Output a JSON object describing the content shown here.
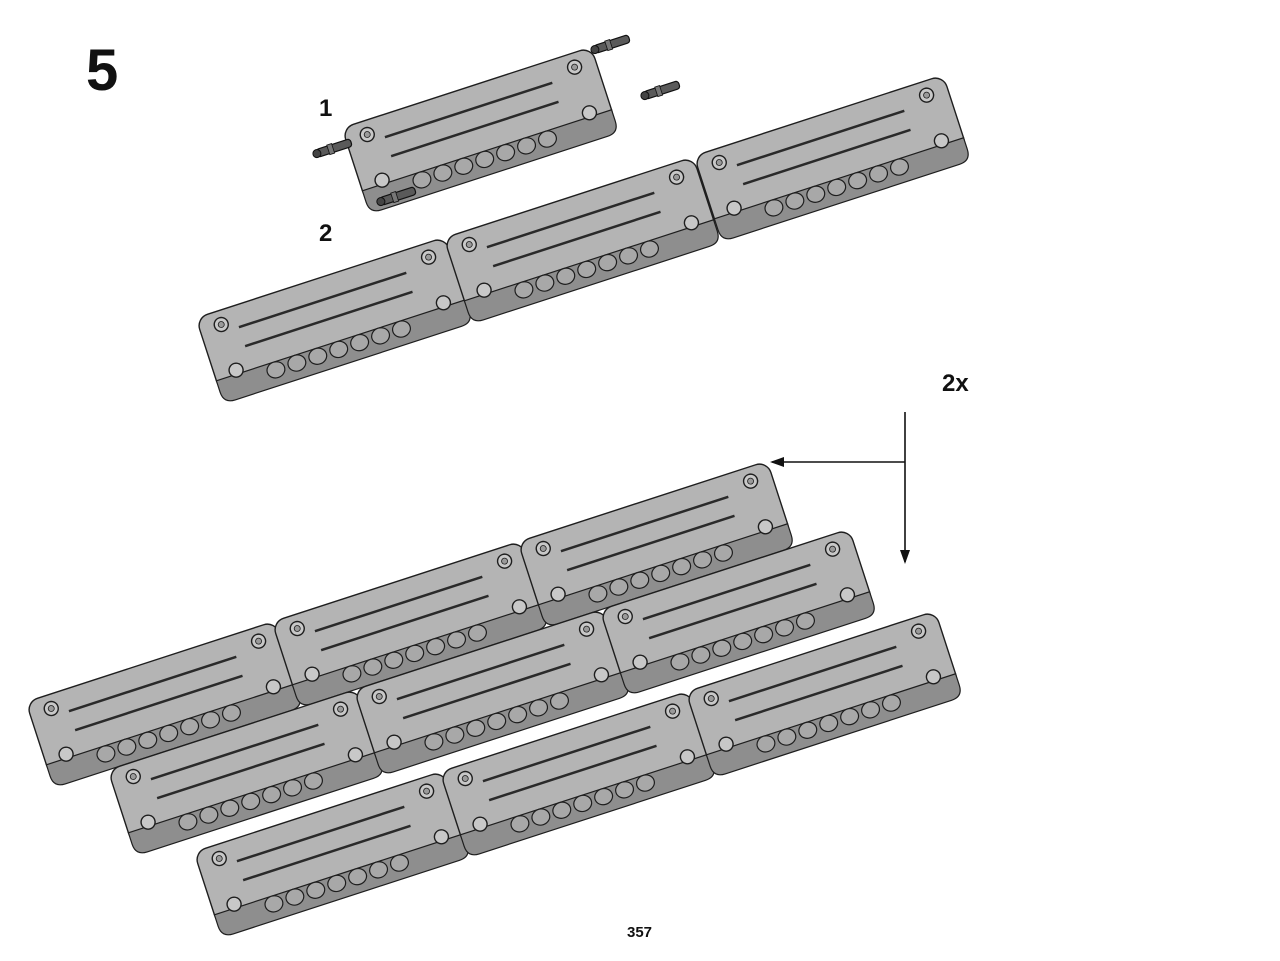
{
  "step": {
    "number": "5"
  },
  "sub_steps": [
    {
      "label": "1"
    },
    {
      "label": "2"
    }
  ],
  "multiplier": "2x",
  "page": {
    "number": "357"
  },
  "colors": {
    "panel_background": "#fdebc8",
    "lego_part_gray": "#b4b4b4",
    "connector_dark": "#6c6c6c",
    "outline": "#1e1e1e"
  },
  "icons": [
    "lego-panel-part",
    "axle-pin-icon",
    "callout-arrow"
  ]
}
